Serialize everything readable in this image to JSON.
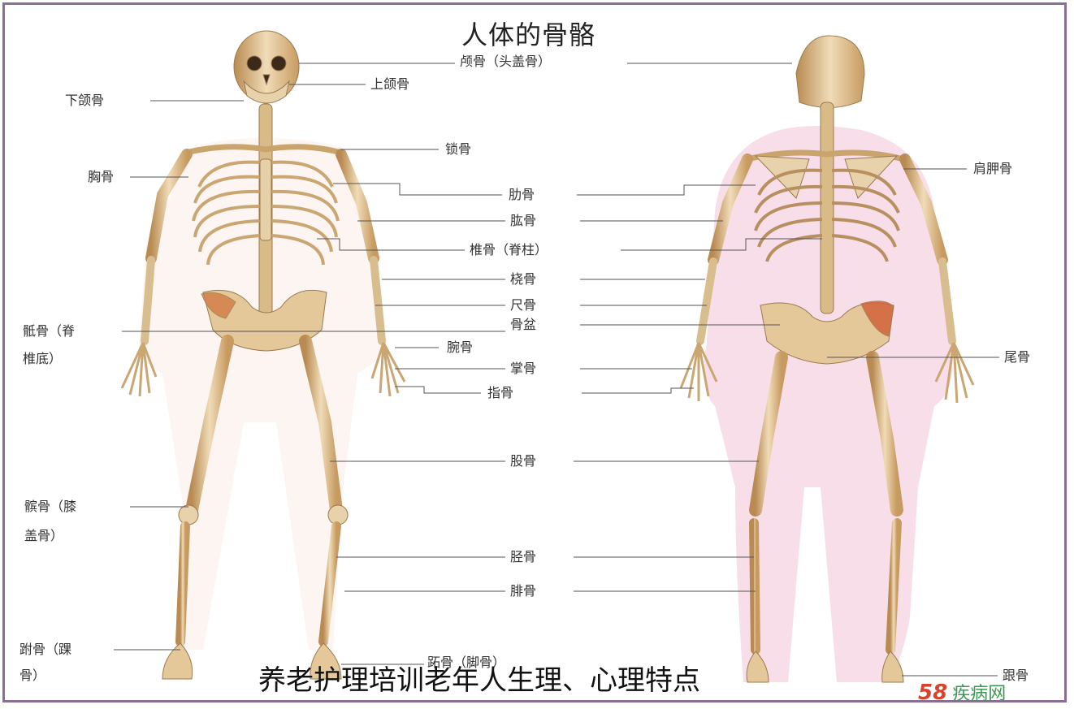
{
  "title": "人体的骨骼",
  "labels": {
    "frontal_bone": "颅骨（头盖骨）",
    "maxilla": "上颌骨",
    "mandible": "下颌骨",
    "clavicle": "锁骨",
    "sternum": "胸骨",
    "scapula": "肩胛骨",
    "ribs": "肋骨",
    "humerus": "肱骨",
    "vertebrae": "椎骨（脊柱）",
    "radius": "桡骨",
    "ulna": "尺骨",
    "pelvis": "骨盆",
    "sacrum_line1": "骶骨（脊",
    "sacrum_line2": "椎底）",
    "carpals": "腕骨",
    "coccyx": "尾骨",
    "metacarpals": "掌骨",
    "phalanges": "指骨",
    "femur": "股骨",
    "patella_line1": "髌骨（膝",
    "patella_line2": "盖骨）",
    "tibia": "胫骨",
    "fibula": "腓骨",
    "tarsals_line1": "跗骨（踝",
    "tarsals_line2": "骨）",
    "metatarsals": "跖骨（脚骨）",
    "calcaneus": "跟骨"
  },
  "caption": "养老护理培训老年人生理、心理特点",
  "watermark": {
    "logo": "58",
    "text": "疾病网"
  },
  "colors": {
    "bone": "#e6cfa6",
    "bone_shade": "#b98b52",
    "frame": "#8a6f95",
    "shadow_pink": "#f3d3e1"
  }
}
